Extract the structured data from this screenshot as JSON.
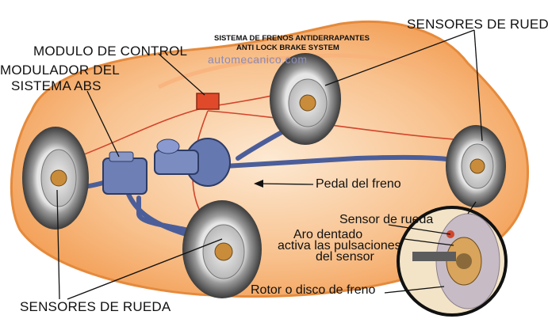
{
  "header": {
    "title_line1": "SISTEMA DE FRENOS ANTIDERRAPANTES",
    "title_line2": "ANTI LOCK BRAKE SYSTEM",
    "watermark": "automecanico.com"
  },
  "labels": {
    "control_module": "MODULO DE CONTROL",
    "abs_modulator_line1": "MODULADOR DEL",
    "abs_modulator_line2": "SISTEMA ABS",
    "wheel_sensors_top": "SENSORES DE RUEDA",
    "wheel_sensors_bottom": "SENSORES DE RUEDA",
    "brake_pedal": "Pedal del freno",
    "wheel_sensor": "Sensor de rueda",
    "toothed_ring_line1": "Aro dentado",
    "toothed_ring_line2": "activa las pulsaciones",
    "toothed_ring_line3": "del sensor",
    "brake_rotor": "Rotor o disco de freno"
  },
  "colors": {
    "car_body": "#f4a35a",
    "car_body_light": "#fbe0c2",
    "brake_line": "#4b5e9a",
    "sensor_wire": "#d2452c",
    "control_module": "#e04a2a",
    "tire": "#4a4a4a"
  }
}
